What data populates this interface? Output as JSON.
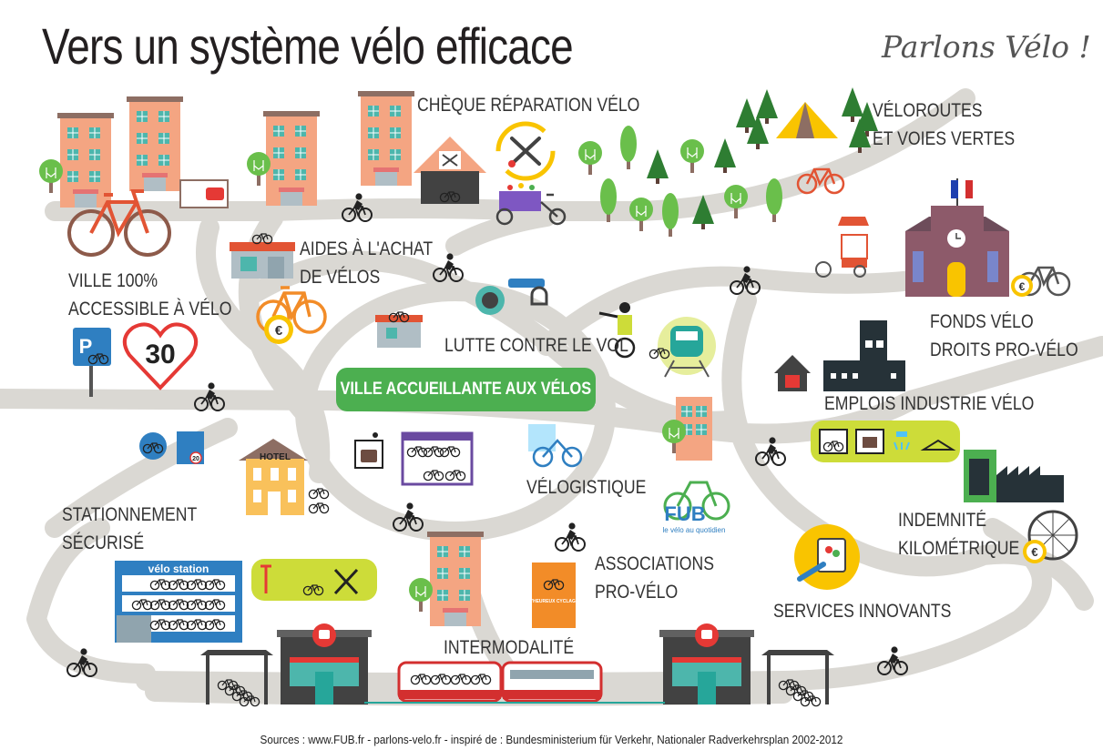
{
  "title": "Vers un système vélo efficace",
  "brand": "Parlons Vélo !",
  "center_label": "VILLE ACCUEILLANTE AUX VÉLOS",
  "labels": {
    "cheque": [
      "CHÈQUE RÉPARATION VÉLO"
    ],
    "veloroutes": [
      "VÉLOROUTES",
      "ET VOIES VERTES"
    ],
    "aides": [
      "AIDES À L'ACHAT",
      "DE VÉLOS"
    ],
    "ville100": [
      "VILLE 100%",
      "ACCESSIBLE À VÉLO"
    ],
    "lutte": [
      "LUTTE CONTRE LE VOL"
    ],
    "fonds": [
      "FONDS VÉLO",
      "DROITS PRO-VÉLO"
    ],
    "emplois": [
      "EMPLOIS INDUSTRIE VÉLO"
    ],
    "velogistique": [
      "VÉLOGISTIQUE"
    ],
    "stationnement": [
      "STATIONNEMENT",
      "SÉCURISÉ"
    ],
    "indemnite": [
      "INDEMNITÉ",
      "KILOMÉTRIQUE"
    ],
    "associations": [
      "ASSOCIATIONS",
      "PRO-VÉLO"
    ],
    "services": [
      "SERVICES INNOVANTS"
    ],
    "intermodalite": [
      "INTERMODALITÉ"
    ]
  },
  "sign_speed": "30",
  "parking_sign": "P",
  "sign_small_speed": "20",
  "hotel_label": "HOTEL",
  "velo_station_label": "vélo station",
  "fub_label": "FUB",
  "fub_tagline": "le vélo au quotidien",
  "poster_label": "L'HEUREUX CYCLAGE",
  "euro_symbol": "€",
  "sources": "Sources : www.FUB.fr - parlons-velo.fr - inspiré de : Bundesministerium für Verkehr, Nationaler Radverkehrsplan 2002-2012",
  "colors": {
    "road": "#dad8d3",
    "center_green": "#4caf50",
    "bike_red": "#e25434",
    "train_red": "#d32f2f",
    "lime_panel": "#cddc39",
    "building_orange": "#f4a582",
    "tree_green": "#6abf4b",
    "blue_sign": "#2f7fc1"
  }
}
